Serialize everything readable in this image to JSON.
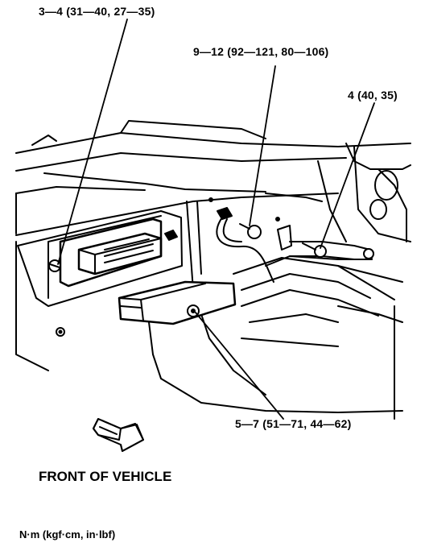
{
  "labels": {
    "torque_a": "3—4 (31—40, 27—35)",
    "torque_b": "9—12 (92—121, 80—106)",
    "torque_c": "4 (40, 35)",
    "torque_d": "5—7 (51—71, 44—62)"
  },
  "caption": "FRONT OF VEHICLE",
  "units_note": "N·m (kgf·cm, in·lbf)",
  "colors": {
    "ink": "#000000",
    "paper": "#ffffff"
  },
  "icons": {
    "direction_arrow": "arrow-front-icon"
  }
}
